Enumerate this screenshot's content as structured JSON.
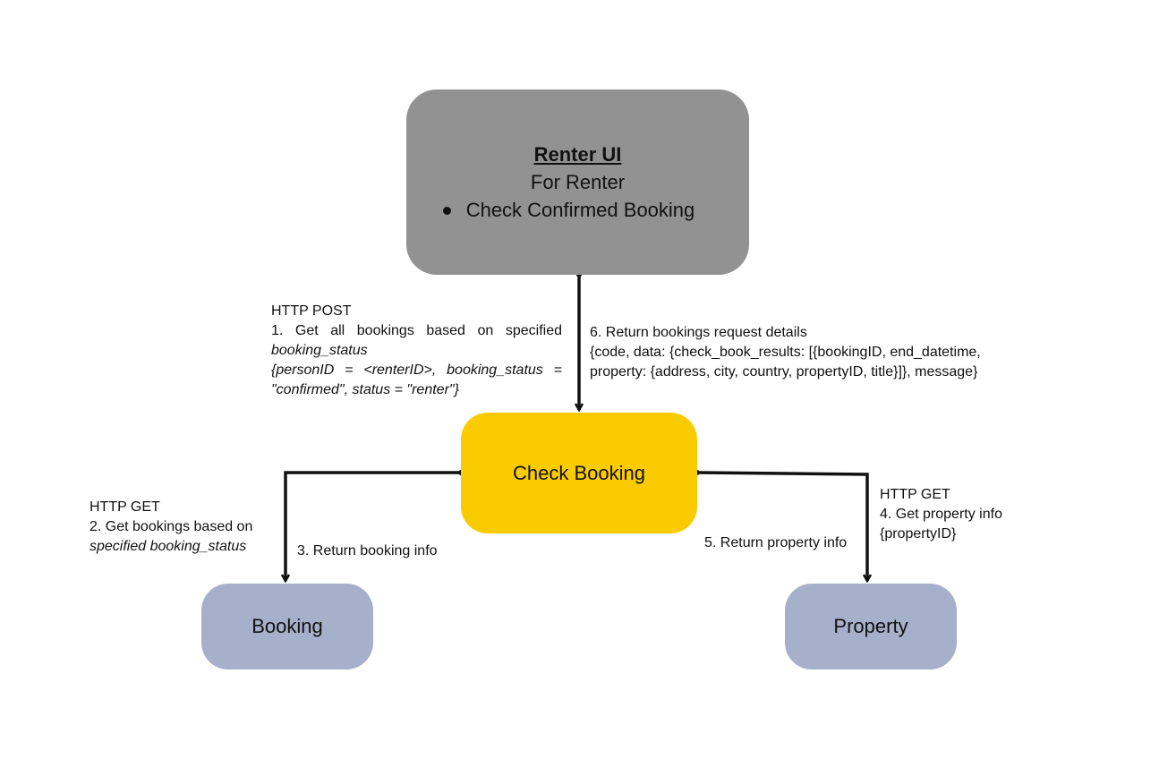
{
  "colors": {
    "renter_ui_fill": "#929292",
    "check_booking_fill": "#fbcb02",
    "service_fill": "#a6b0ca",
    "arrow": "#111111"
  },
  "nodes": {
    "renter_ui": {
      "title": "Renter UI",
      "subtitle": "For Renter",
      "bullets": [
        "Check Confirmed Booking"
      ]
    },
    "check_booking": {
      "title": "Check Booking"
    },
    "booking": {
      "title": "Booking"
    },
    "property": {
      "title": "Property"
    }
  },
  "edges": {
    "ui_to_check": {
      "method": "HTTP POST",
      "step_line1": "1. Get all bookings based on specified",
      "step_line2": "booking_status",
      "payload_line1": "{personID = <renterID>, booking_status =",
      "payload_line2": "\"confirmed\", status = \"renter\"}"
    },
    "check_to_ui": {
      "step": "6. Return bookings request details",
      "payload_line1": "{code, data: {check_book_results: [{bookingID, end_datetime,",
      "payload_line2": "property: {address, city, country, propertyID, title}]}, message}"
    },
    "check_to_booking": {
      "method": "HTTP GET",
      "step_line1": "2. Get bookings based on",
      "step_line2": "specified booking_status"
    },
    "booking_to_check": {
      "step": "3. Return booking info"
    },
    "check_to_property": {
      "method": "HTTP GET",
      "step": "4. Get property info",
      "payload": "{propertyID}"
    },
    "property_to_check": {
      "step": "5. Return property info"
    }
  }
}
